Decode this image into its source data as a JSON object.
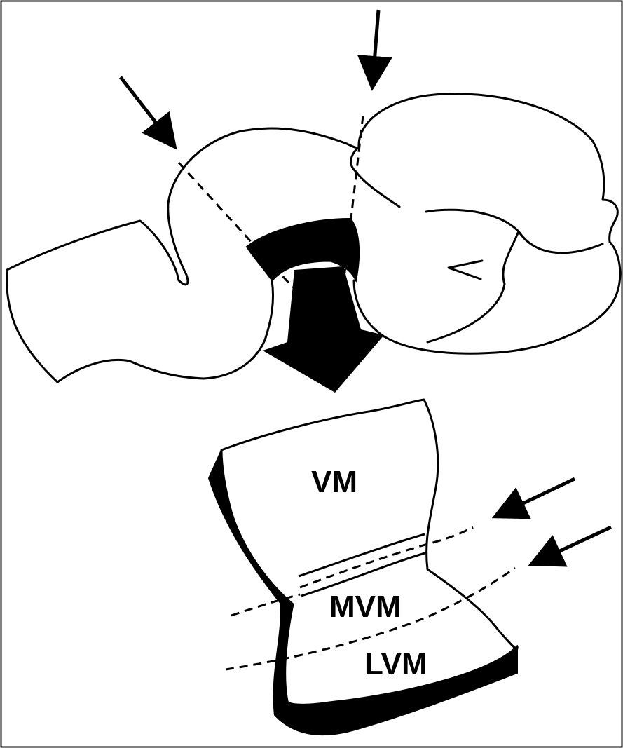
{
  "figure": {
    "labels": {
      "vm": "VM",
      "mvm": "MVM",
      "lvm": "LVM"
    },
    "colors": {
      "ink": "#000000",
      "paper": "#ffffff"
    }
  }
}
